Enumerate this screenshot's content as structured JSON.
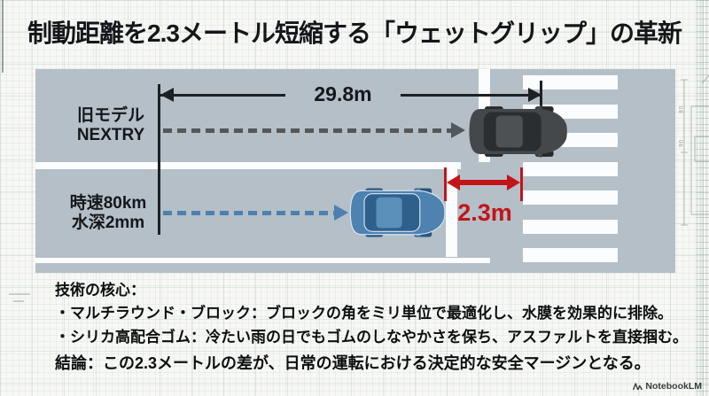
{
  "title": "制動距離を2.3メートル短縮する「ウェットグリップ」の革新",
  "diagram": {
    "lane_old": {
      "label_line1": "旧モデル",
      "label_line2": "NEXTRY",
      "distance": "29.8m"
    },
    "lane_new": {
      "label_line1": "時速80km",
      "label_line2": "水深2mm",
      "gap": "2.3m"
    }
  },
  "footer": {
    "heading": "技術の核心：",
    "bullets": [
      "・マルチラウンド・ブロック：ブロックの角をミリ単位で最適化し、水膜を効果的に排除。",
      "・シリカ高配合ゴム：冷たい雨の日でもゴムのしなやかさを保ち、アスファルトを直接掴む。"
    ],
    "conclusion": "結論：この2.3メートルの差が、日常の運転における決定的な安全マージンとなる。"
  },
  "branding": {
    "logo_text": "NotebookLM"
  },
  "background_marks": {
    "dim1": "08",
    "dim2": "06"
  },
  "colors": {
    "road": "#b4bfc7",
    "accent_red": "#c3141a",
    "car_old": "#45484b",
    "car_new": "#4d82b1",
    "marking_white": "#fbfcfd"
  }
}
